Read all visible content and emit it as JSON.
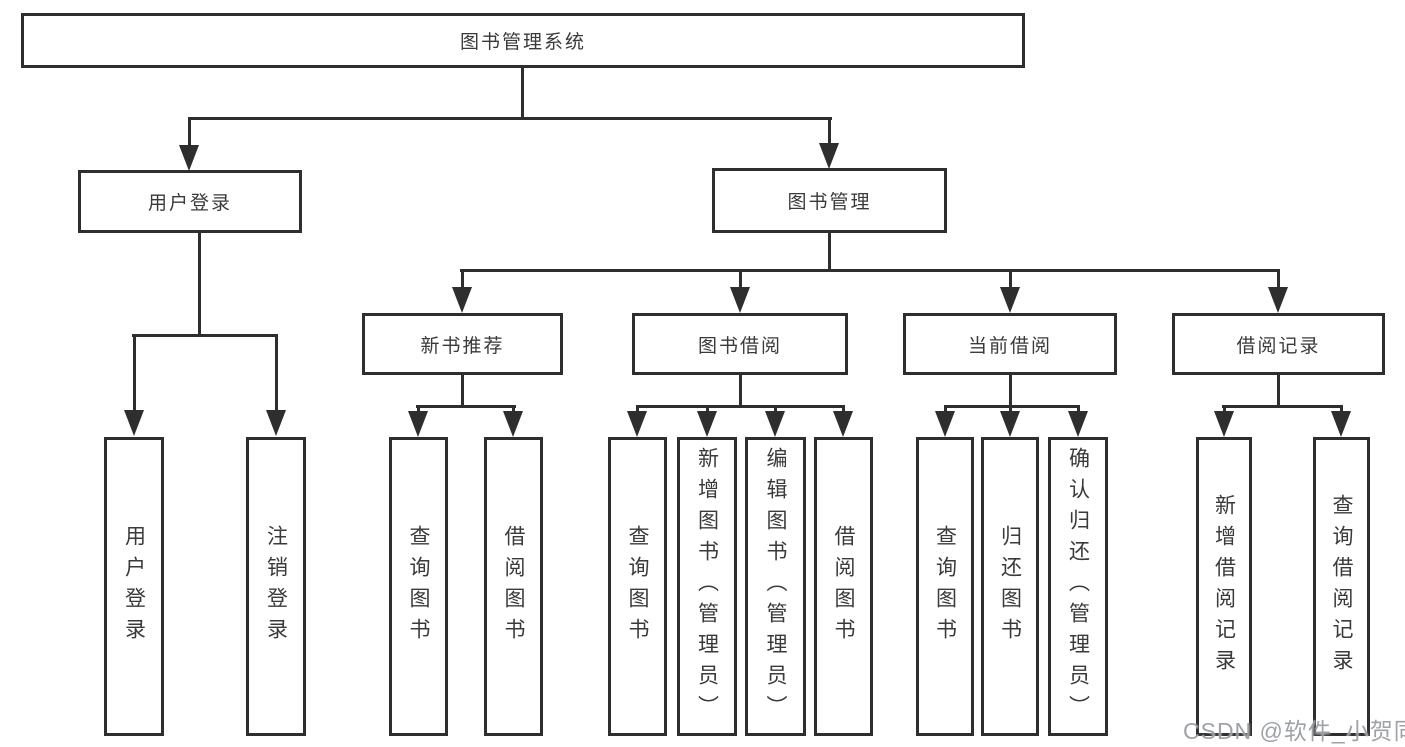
{
  "diagram_title": "图书管理系统",
  "tree": {
    "label": "图书管理系统",
    "children": [
      {
        "label": "用户登录",
        "children": [
          {
            "label": "用户登录"
          },
          {
            "label": "注销登录"
          }
        ]
      },
      {
        "label": "图书管理",
        "children": [
          {
            "label": "新书推荐",
            "children": [
              {
                "label": "查询图书"
              },
              {
                "label": "借阅图书"
              }
            ]
          },
          {
            "label": "图书借阅",
            "children": [
              {
                "label": "查询图书"
              },
              {
                "label": "新增图书（管理员）"
              },
              {
                "label": "编辑图书（管理员）"
              },
              {
                "label": "借阅图书"
              }
            ]
          },
          {
            "label": "当前借阅",
            "children": [
              {
                "label": "查询图书"
              },
              {
                "label": "归还图书"
              },
              {
                "label": "确认归还（管理员）"
              }
            ]
          },
          {
            "label": "借阅记录",
            "children": [
              {
                "label": "新增借阅记录"
              },
              {
                "label": "查询借阅记录"
              }
            ]
          }
        ]
      }
    ]
  },
  "watermark": {
    "text": "CSDN @软件_小贺同学"
  },
  "colors": {
    "line": "#2e2e2e",
    "text": "#3a3a3a",
    "box_background": "#ffffff",
    "page_background": "#ffffff",
    "watermark": "#94989d"
  }
}
